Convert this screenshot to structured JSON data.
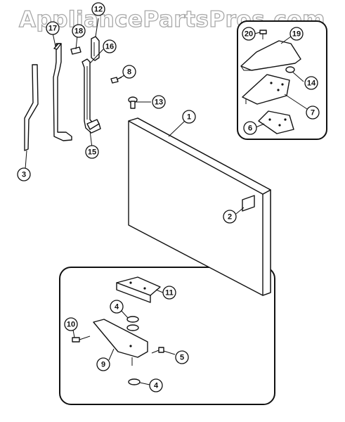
{
  "watermark": "AppliancePartsPros.com",
  "callouts": [
    {
      "id": "c12",
      "label": "12"
    },
    {
      "id": "c17",
      "label": "17"
    },
    {
      "id": "c18",
      "label": "18"
    },
    {
      "id": "c16",
      "label": "16"
    },
    {
      "id": "c8",
      "label": "8"
    },
    {
      "id": "c13",
      "label": "13"
    },
    {
      "id": "c15",
      "label": "15"
    },
    {
      "id": "c3",
      "label": "3"
    },
    {
      "id": "c1",
      "label": "1"
    },
    {
      "id": "c2",
      "label": "2"
    },
    {
      "id": "c20",
      "label": "20"
    },
    {
      "id": "c19",
      "label": "19"
    },
    {
      "id": "c14",
      "label": "14"
    },
    {
      "id": "c7",
      "label": "7"
    },
    {
      "id": "c6",
      "label": "6"
    },
    {
      "id": "c11",
      "label": "11"
    },
    {
      "id": "c4a",
      "label": "4"
    },
    {
      "id": "c10",
      "label": "10"
    },
    {
      "id": "c5",
      "label": "5"
    },
    {
      "id": "c9",
      "label": "9"
    },
    {
      "id": "c4b",
      "label": "4"
    }
  ]
}
